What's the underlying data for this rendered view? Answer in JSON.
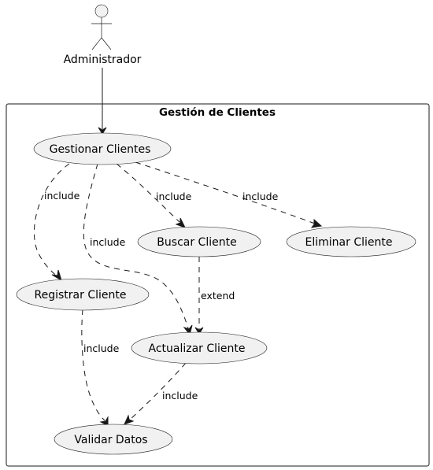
{
  "actor": {
    "name": "Administrador"
  },
  "system": {
    "title": "Gestión de Clientes"
  },
  "use_cases": {
    "gestionar": "Gestionar Clientes",
    "buscar": "Buscar Cliente",
    "eliminar": "Eliminar Cliente",
    "registrar": "Registrar Cliente",
    "actualizar": "Actualizar Cliente",
    "validar": "Validar Datos"
  },
  "relations": {
    "gestionar_registrar": "include",
    "gestionar_actualizar": "include",
    "gestionar_buscar": "include",
    "gestionar_eliminar": "include",
    "buscar_actualizar": "extend",
    "registrar_validar": "include",
    "actualizar_validar": "include"
  }
}
